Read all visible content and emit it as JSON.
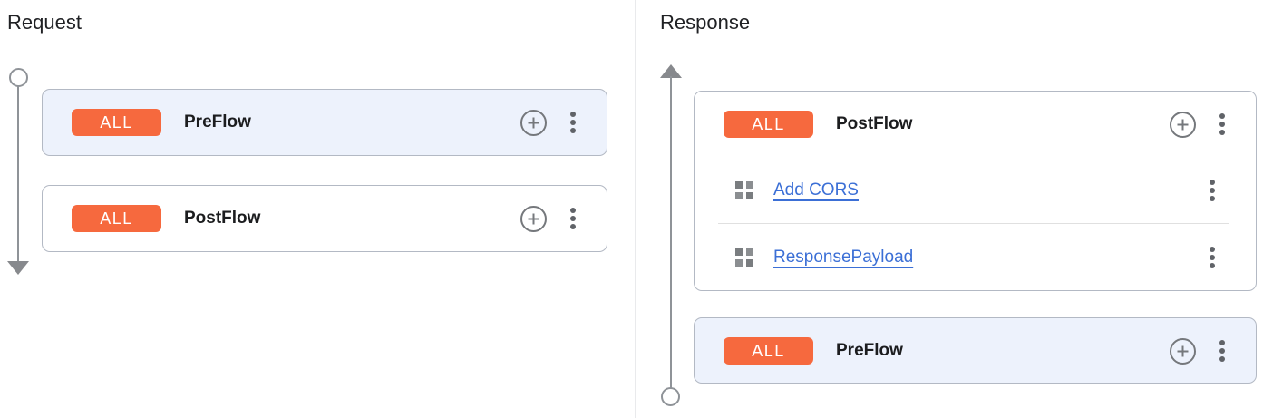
{
  "colors": {
    "accent_orange": "#F6693E",
    "selected_card_bg": "#EDF2FC",
    "card_border": "#B3B9C4",
    "link_blue": "#3B6FD6",
    "icon_gray": "#757575",
    "timeline_gray": "#8F9398",
    "heading_color": "#202124"
  },
  "request_panel": {
    "title": "Request",
    "flows": [
      {
        "badge": "ALL",
        "name": "PreFlow",
        "selected": true
      },
      {
        "badge": "ALL",
        "name": "PostFlow",
        "selected": false
      }
    ]
  },
  "response_panel": {
    "title": "Response",
    "flows": [
      {
        "badge": "ALL",
        "name": "PostFlow",
        "selected": false,
        "policies": [
          "Add CORS",
          "ResponsePayload"
        ]
      },
      {
        "badge": "ALL",
        "name": "PreFlow",
        "selected": true
      }
    ]
  }
}
